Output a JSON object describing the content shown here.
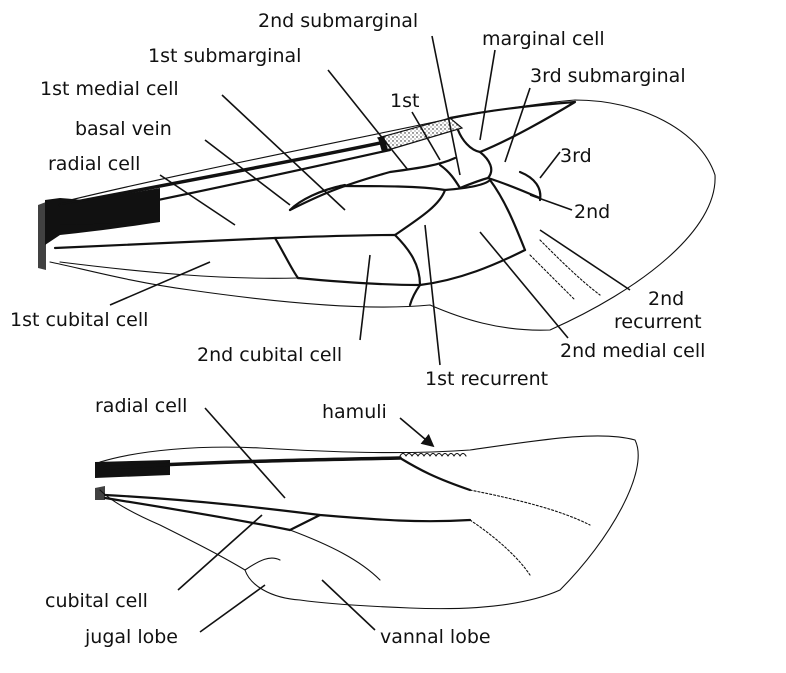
{
  "forewing_labels": {
    "second_submarginal": "2nd submarginal",
    "marginal_cell": "marginal cell",
    "first_submarginal": "1st submarginal",
    "third_submarginal": "3rd submarginal",
    "first_medial_cell": "1st medial cell",
    "first": "1st",
    "basal_vein": "basal vein",
    "third": "3rd",
    "radial_cell": "radial cell",
    "second": "2nd",
    "second_recurrent_line1": "2nd",
    "second_recurrent_line2": "recurrent",
    "first_cubital_cell": "1st cubital cell",
    "second_medial_cell": "2nd medial cell",
    "second_cubital_cell": "2nd cubital cell",
    "first_recurrent": "1st recurrent"
  },
  "hindwing_labels": {
    "radial_cell": "radial cell",
    "hamuli": "hamuli",
    "cubital_cell": "cubital cell",
    "jugal_lobe": "jugal lobe",
    "vannal_lobe": "vannal lobe"
  },
  "colors": {
    "line": "#111111",
    "background": "#ffffff"
  }
}
